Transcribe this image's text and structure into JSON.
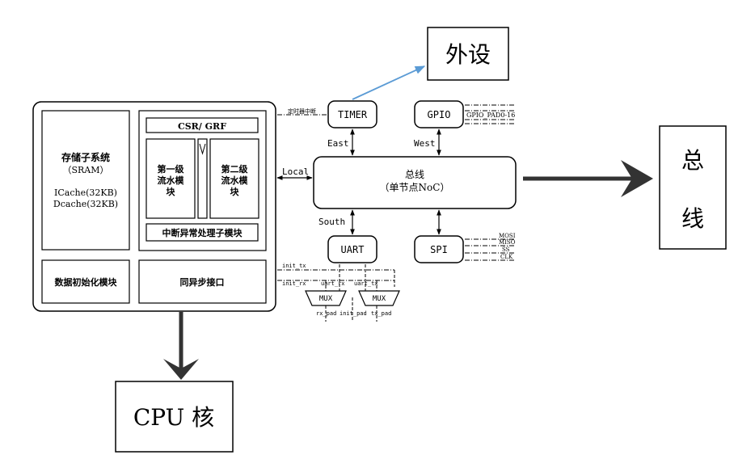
{
  "labels": {
    "peripheral": "外设",
    "bus_big": [
      "总",
      "线"
    ],
    "cpu_core": "CPU 核",
    "storage": {
      "title": "存储子系统",
      "sram": "（SRAM）",
      "icache": "ICache(32KB)",
      "dcache": "Dcache(32KB)"
    },
    "csr": "CSR/ GRF",
    "stage1": [
      "第一级",
      "流水模",
      "块"
    ],
    "stage2": [
      "第二级",
      "流水模",
      "块"
    ],
    "interrupt": "中断异常处理子模块",
    "data_init": "数据初始化模块",
    "sync_iface": "同异步接口",
    "timer": "TIMER",
    "gpio": "GPIO",
    "uart": "UART",
    "spi": "SPI",
    "noc": [
      "总线",
      "（单节点NoC）"
    ],
    "dirs": {
      "east": "East",
      "west": "West",
      "south": "South",
      "local": "Local"
    },
    "timer_irq": "定时器中断",
    "gpio_pad": "GPIO_PAD0-16",
    "spi_pins": [
      "MOSI",
      "MISO",
      "SS",
      "CLK"
    ],
    "init_tx": "init_tx",
    "init_rx": "init_rx",
    "uart_rx": "uart_rx",
    "uart_tx": "uart_tx",
    "mux": "MUX",
    "rx_pad": "rx_pad",
    "init_pad": "init_pad",
    "tx_pad": "tx_pad"
  },
  "colors": {
    "line": "#000000",
    "arrow_blue": "#5b9bd5",
    "thick_arrow": "#333333"
  }
}
